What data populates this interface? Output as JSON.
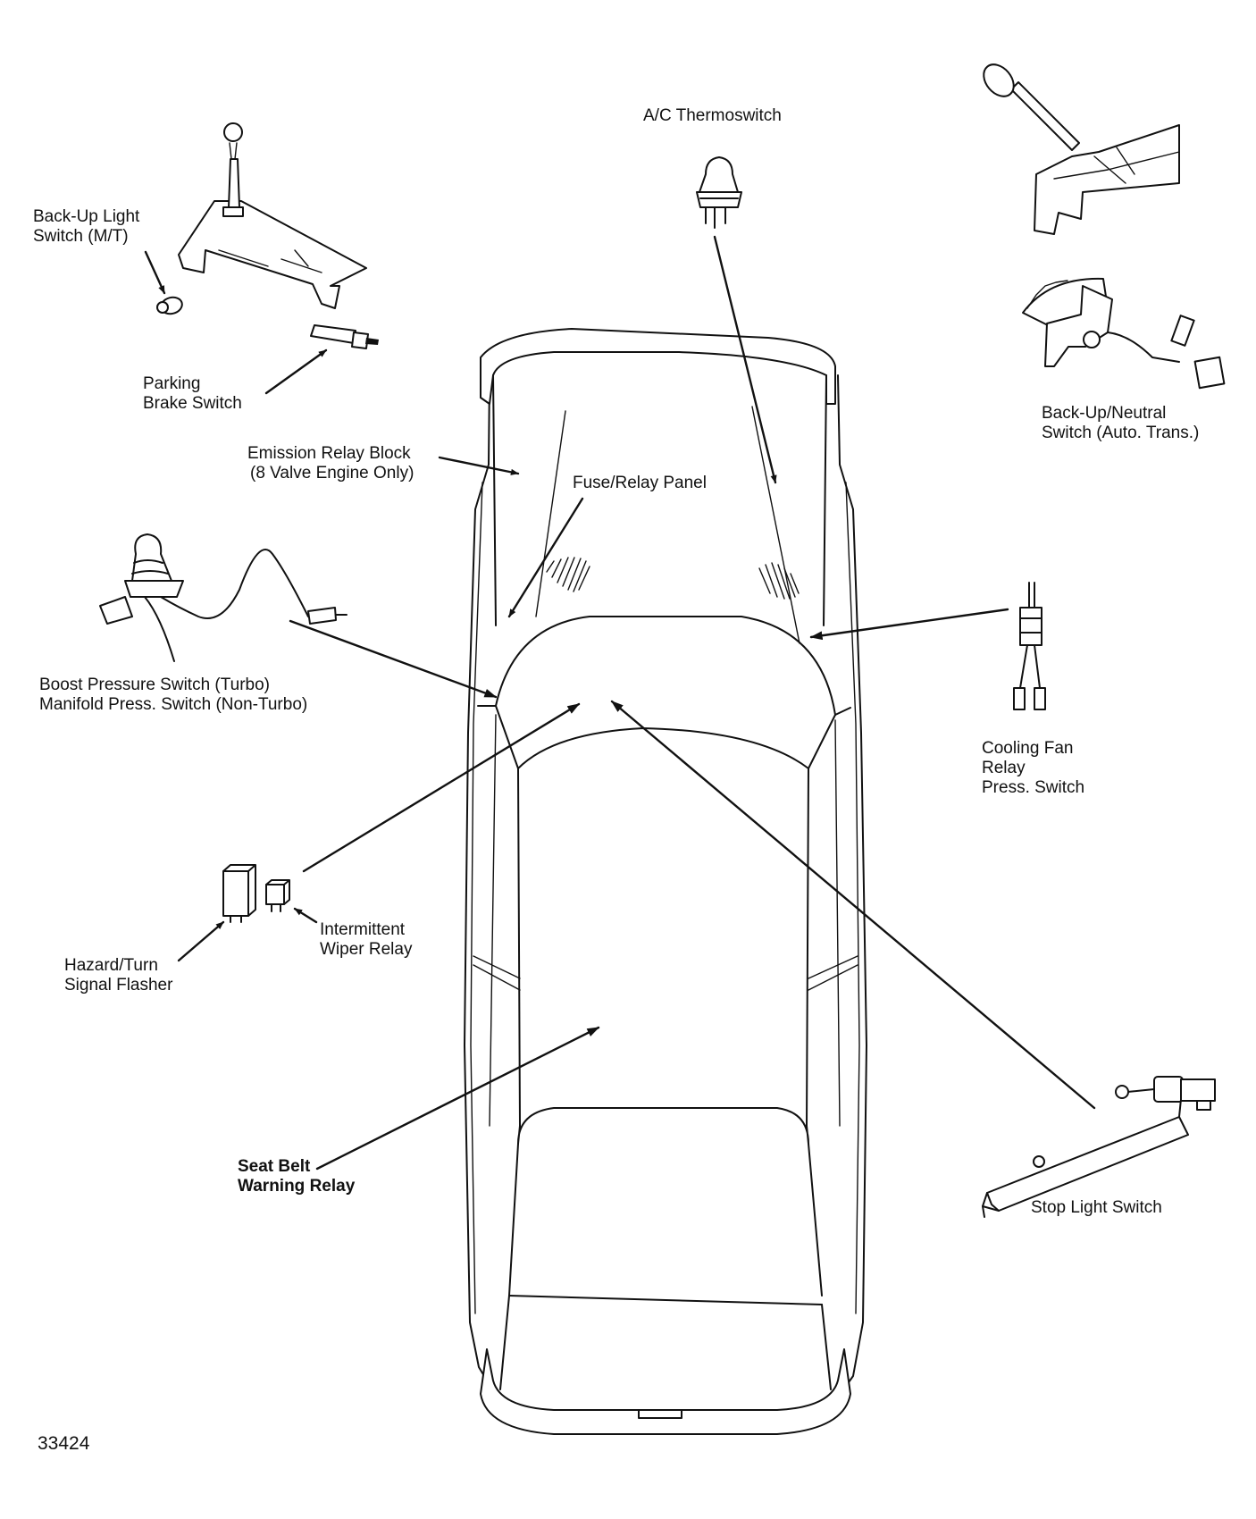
{
  "diagram": {
    "reference_number": "33424",
    "labels": {
      "ac_thermoswitch": [
        "A/C Thermoswitch"
      ],
      "backup_light_switch_mt": [
        "Back-Up Light",
        "Switch (M/T)"
      ],
      "parking_brake_switch": [
        "Parking",
        "Brake Switch"
      ],
      "emission_relay_block": [
        "Emission Relay Block",
        "(8 Valve Engine Only)"
      ],
      "fuse_relay_panel": [
        "Fuse/Relay Panel"
      ],
      "backup_neutral_switch": [
        "Back-Up/Neutral",
        "Switch (Auto. Trans.)"
      ],
      "boost_pressure_switch": [
        "Boost Pressure Switch (Turbo)",
        "Manifold Press. Switch (Non-Turbo)"
      ],
      "cooling_fan_relay_switch": [
        "Cooling Fan",
        "Relay",
        "Press. Switch"
      ],
      "intermittent_wiper_relay": [
        "Intermittent",
        "Wiper Relay"
      ],
      "hazard_turn_signal_flasher": [
        "Hazard/Turn",
        "Signal Flasher"
      ],
      "seat_belt_warning_relay": [
        "Seat Belt",
        "Warning Relay"
      ],
      "stop_light_switch": [
        "Stop Light Switch"
      ]
    }
  }
}
